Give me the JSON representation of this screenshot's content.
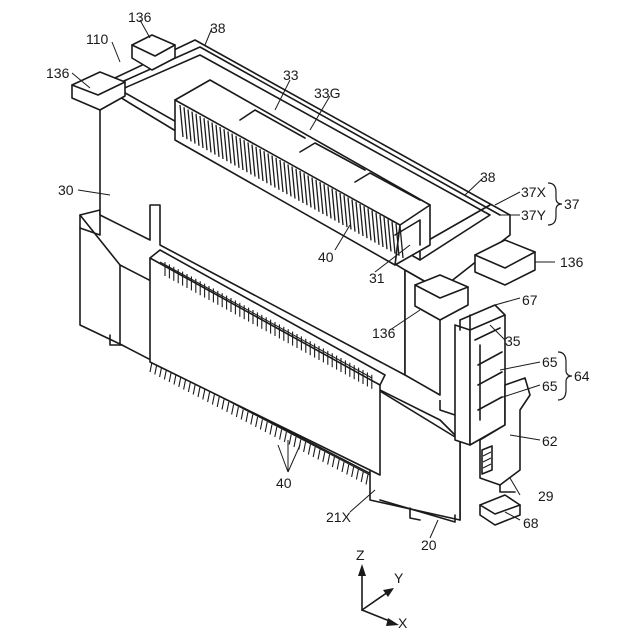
{
  "labels": {
    "l110": "110",
    "l136a": "136",
    "l136b": "136",
    "l136c": "136",
    "l136d": "136",
    "l38a": "38",
    "l38b": "38",
    "l33": "33",
    "l33g": "33G",
    "l30": "30",
    "l37x": "37X",
    "l37y": "37Y",
    "l37": "37",
    "l40a": "40",
    "l40b": "40",
    "l31": "31",
    "l67": "67",
    "l35": "35",
    "l65a": "65",
    "l65b": "65",
    "l64": "64",
    "l62": "62",
    "l29": "29",
    "l68": "68",
    "l21x": "21X",
    "l20": "20"
  },
  "axes": {
    "z": "Z",
    "y": "Y",
    "x": "X"
  }
}
